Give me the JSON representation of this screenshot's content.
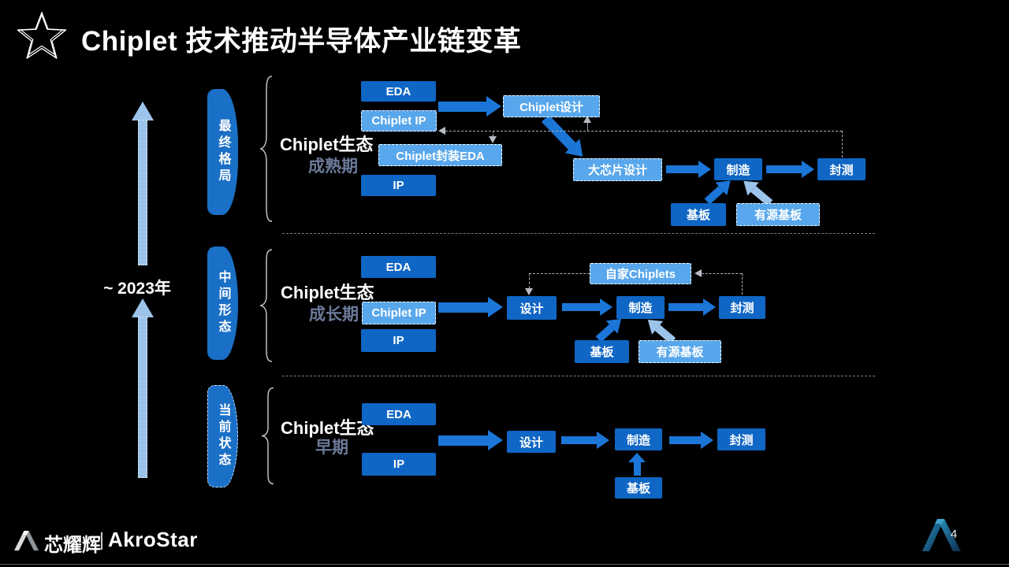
{
  "header": {
    "title": "Chiplet 技术推动半导体产业链变革"
  },
  "timeline": {
    "label": "~ 2023年"
  },
  "stages": [
    {
      "pill": "最终格局",
      "eco": "Chiplet生态",
      "phase": "成熟期"
    },
    {
      "pill": "中间形态",
      "eco": "Chiplet生态",
      "phase": "成长期"
    },
    {
      "pill": "当前状态",
      "eco": "Chiplet生态",
      "phase": "早期"
    }
  ],
  "labels": {
    "eda": "EDA",
    "chiplet_ip": "Chiplet IP",
    "chiplet_pkg_eda": "Chiplet封装EDA",
    "ip": "IP",
    "chiplet_design": "Chiplet设计",
    "big_chip_design": "大芯片设计",
    "design": "设计",
    "manufacturing": "制造",
    "packaging_test": "封测",
    "substrate": "基板",
    "active_substrate": "有源基板",
    "own_chiplets": "自家Chiplets"
  },
  "footer": {
    "company_cn": "芯耀辉",
    "company_en": "AkroStar",
    "page": "4"
  },
  "colors": {
    "background": "#000000",
    "solid_box": "#0F66C4",
    "light_box": "#58A7EC",
    "arrow": "#1B76D8",
    "light_arrow": "#9CC3EA",
    "pill": "#1A6FC6",
    "phase_text": "#6b7a99"
  }
}
